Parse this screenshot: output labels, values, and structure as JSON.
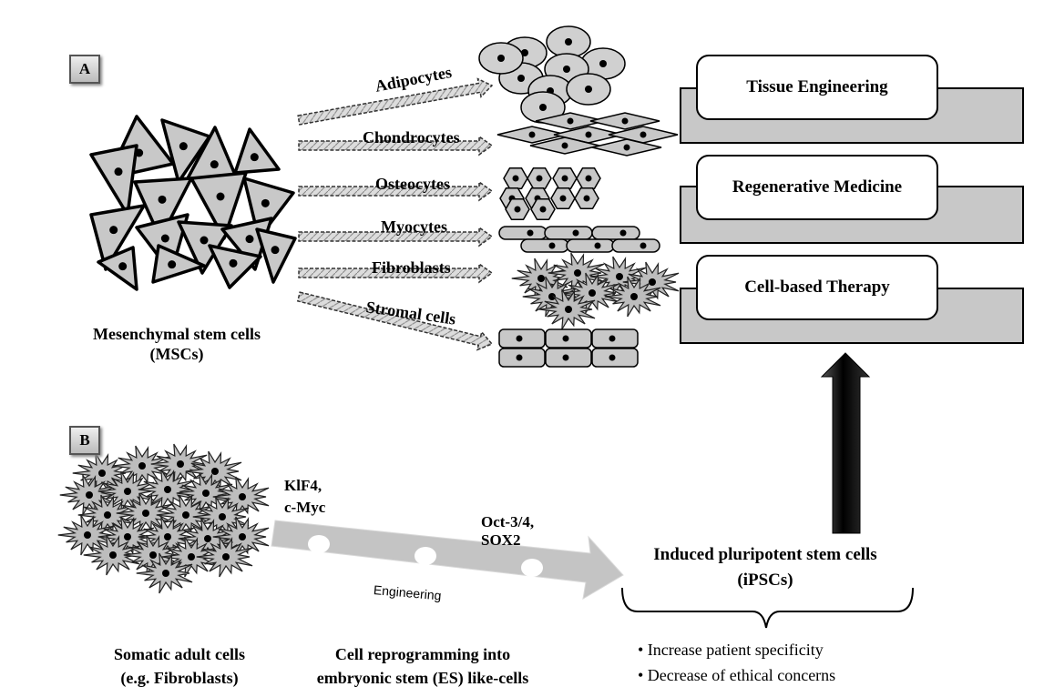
{
  "panel_a": {
    "tag": "A",
    "source": {
      "line1": "Mesenchymal stem cells",
      "line2": "(MSCs)"
    },
    "lineages": [
      "Adipocytes",
      "Chondrocytes",
      "Osteocytes",
      "Myocytes",
      "Fibroblasts",
      "Stromal cells"
    ]
  },
  "applications": [
    "Tissue Engineering",
    "Regenerative Medicine",
    "Cell-based Therapy"
  ],
  "panel_b": {
    "tag": "B",
    "factors1": {
      "line1": "KlF4,",
      "line2": "c-Myc"
    },
    "factors2": {
      "line1": "Oct-3/4,",
      "line2": "SOX2"
    },
    "process": "Engineering",
    "source": {
      "line1": "Somatic adult cells",
      "line2": "(e.g. Fibroblasts)"
    },
    "step": {
      "line1": "Cell reprogramming into",
      "line2": "embryonic stem (ES) like-cells"
    },
    "result": {
      "line1": "Induced pluripotent stem cells",
      "line2": "(iPSCs)"
    },
    "benefits": [
      "• Increase patient specificity",
      "• Decrease of ethical concerns"
    ]
  }
}
